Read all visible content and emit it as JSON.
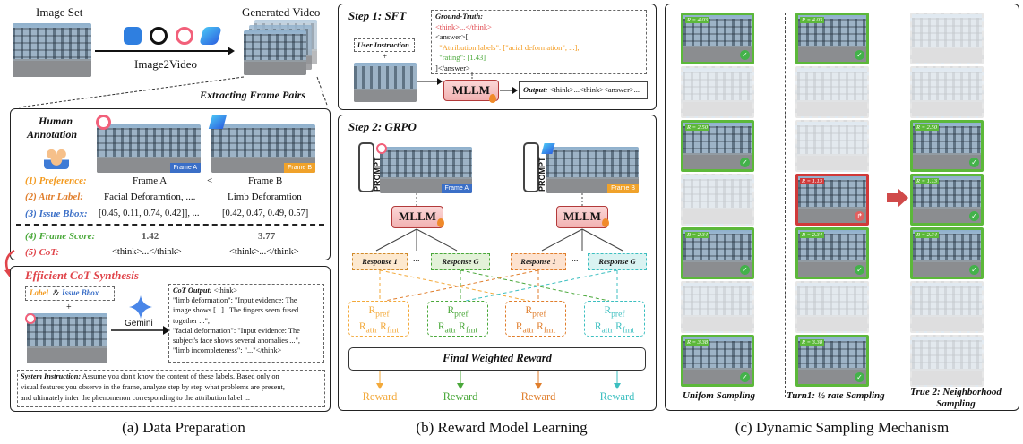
{
  "panel_a": {
    "image_set": "Image Set",
    "image2video": "Image2Video",
    "generated_video": "Generated Video",
    "extracting": "Extracting Frame Pairs",
    "human": "Human",
    "annotation": "Annotation",
    "frame_a": "Frame A",
    "frame_b": "Frame B",
    "rows": {
      "pref_label": "(1) Preference:",
      "pref_a": "Frame A",
      "pref_cmp": "<",
      "pref_b": "Frame B",
      "attr_label": "(2) Attr Label:",
      "attr_a": "Facial Deforamtion, ....",
      "attr_b": "Limb Deforamtion",
      "bbox_label": "(3) Issue Bbox:",
      "bbox_a": "[0.45, 0.11, 0.74, 0.42]], ...",
      "bbox_b": "[0.42, 0.47, 0.49, 0.57]",
      "score_label": "(4) Frame Score:",
      "score_a": "1.42",
      "score_b": "3.77",
      "cot_label": "(5) CoT:",
      "cot_a": "<think>...</think>",
      "cot_b": "<think>...</think>"
    },
    "efficient": "Efficient CoT Synthesis",
    "label": "Label",
    "amp": "&",
    "issue_bbox": "Issue Bbox",
    "plus": "+",
    "gemini": "Gemini",
    "cot_output_title": "CoT Output:",
    "cot_output_lines": [
      "<think>",
      "\"limb deformation\": \"Input evidence: The",
      "image shows  [...] . The fingers seem fused",
      "together ...\",",
      "\"facial deformation\": \"Input evidence: The",
      "subject's face shows several anomalies ...\",",
      "\"limb incompleteness\": \"...\"</think>"
    ],
    "sys_title": "System Instruction:",
    "sys_text": [
      "Assume you don't know the content of these labels. Based only on",
      "visual features you observe in the frame, analyze step by step what problems are present,",
      "and ultimately infer the phenomenon corresponding to the attribution label ..."
    ]
  },
  "panel_b": {
    "step1": "Step 1: SFT",
    "ground_truth": "Ground-Truth:",
    "gt_think": "<think>...</think>",
    "gt_answer_open": "<answer>[",
    "gt_attr": "\"Attribution labels\": [\"acial deformation\", ...],",
    "gt_rating": "\"rating\": [1.43]",
    "gt_answer_close": "]</answer>",
    "user_instruction": "User Instruction",
    "plus": "+",
    "mllm": "MLLM",
    "output_label": "Output:",
    "output_text": "<think>...<think><answer>...",
    "step2": "Step 2: GRPO",
    "prompt": "PROMPT",
    "frame_a": "Frame A",
    "frame_b": "Frame B",
    "resp1": "Response 1",
    "respG": "Response G",
    "dots": "...",
    "r_pref": "R",
    "r_pref_sub": "pref",
    "r_attr": "R",
    "r_attr_sub": "attr",
    "r_fmt": "R",
    "r_fmt_sub": "fmt",
    "final": "Final Weighted Reward",
    "reward": "Reward"
  },
  "panel_c": {
    "scores": [
      "R = 4.03",
      "R = 2.50",
      "R = 1.13",
      "R = 2.34",
      "R = 3.38"
    ],
    "uniform": "Unifom Sampling",
    "turn1": "Turn1: ½ rate Sampling",
    "true2": "True 2: Neighborhood Sampling"
  },
  "captions": {
    "a": "(a) Data Preparation",
    "b": "(b) Reward Model Learning",
    "c": "(c) Dynamic Sampling Mechanism"
  },
  "colors": {
    "orange": "#f39a1e",
    "blue": "#3b6fc7",
    "green": "#4aa83a",
    "red": "#e0444a",
    "teal": "#3cbfc0",
    "rframe": "#d03a3a",
    "gframe": "#5cb83a"
  }
}
